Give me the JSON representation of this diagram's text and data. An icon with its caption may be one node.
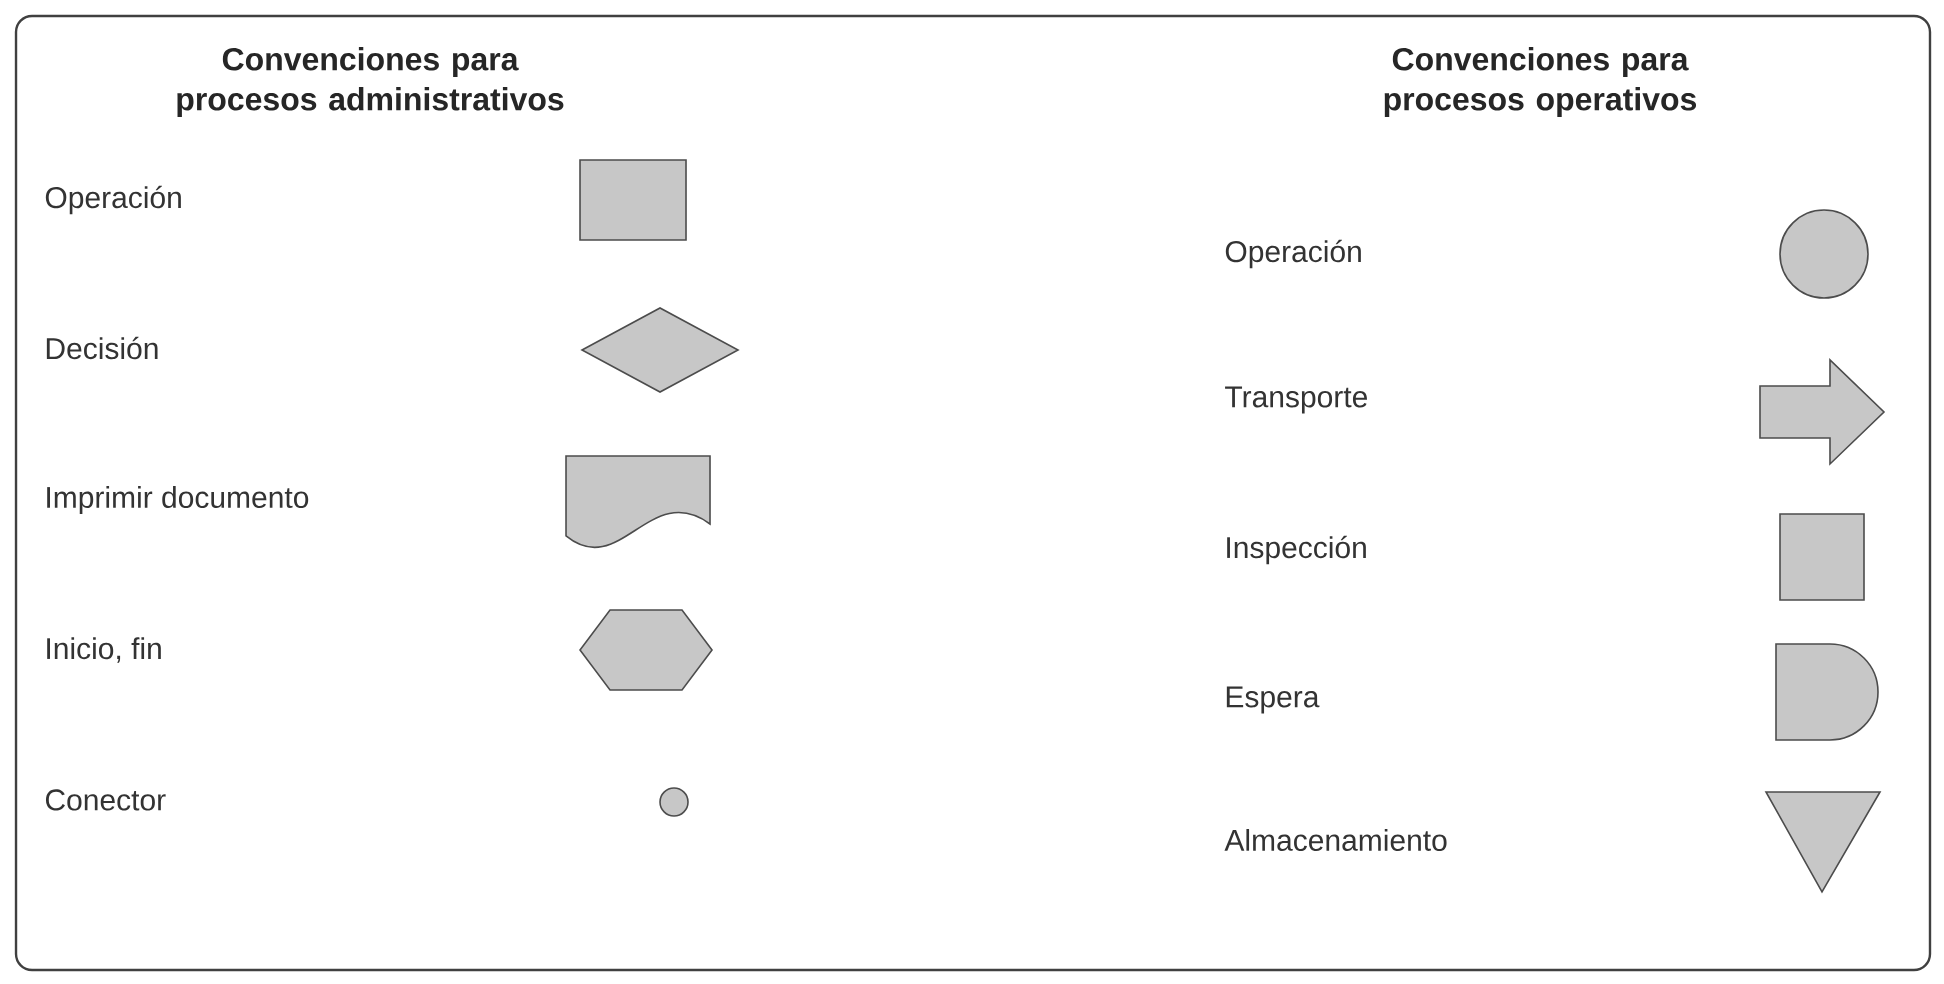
{
  "diagram": {
    "labels": [
      "Convenciones para procesos administrativos",
      "Convenciones para procesos operativos"
    ],
    "legend": [
      {
        "text": "Operación"
      },
      {
        "text": "Decisión"
      },
      {
        "text": "Imprimir documento"
      },
      {
        "text": "Inicio, fin"
      },
      {
        "text": "Conector"
      },
      {
        "text": "Operación"
      },
      {
        "text": "Transporte"
      },
      {
        "text": "Inspección"
      },
      {
        "text": "Espera"
      },
      {
        "text": "Almacenamiento"
      }
    ]
  }
}
